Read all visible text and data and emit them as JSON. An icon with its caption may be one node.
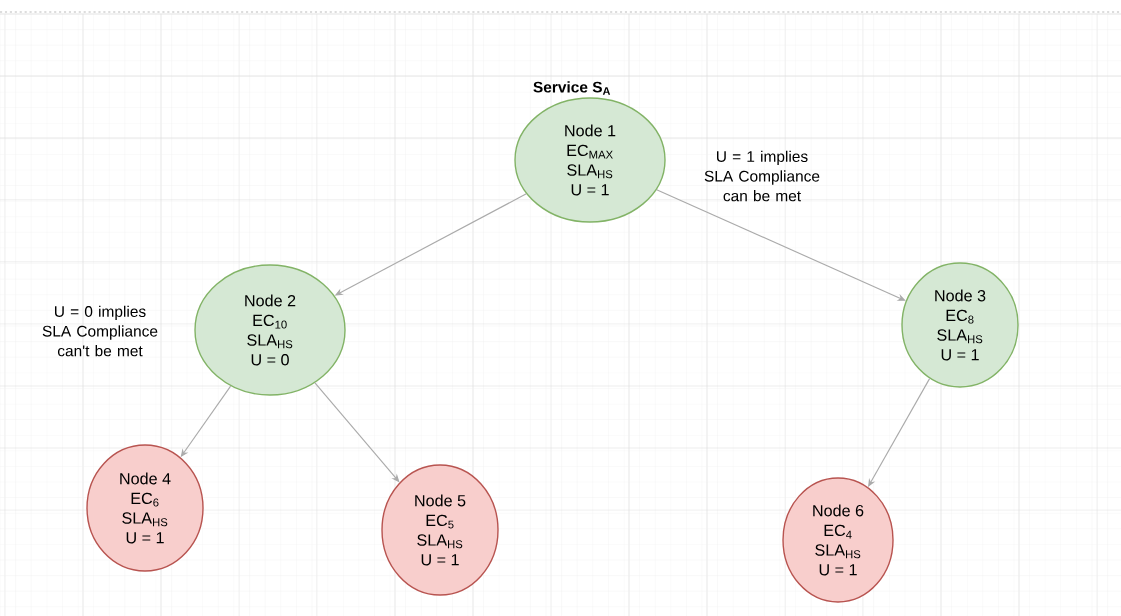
{
  "diagram": {
    "title": "Service S$_{A}$",
    "nodes": [
      {
        "text": [
          "Node 1",
          "EC$_{MAX}$",
          "SLA$_{HS}$",
          "U = 1"
        ]
      },
      {
        "text": [
          "Node 2",
          "EC$_{10}$",
          "SLA$_{HS}$",
          "U = 0"
        ]
      },
      {
        "text": [
          "Node 3",
          "EC$_{8}$",
          "SLA$_{HS}$",
          "U = 1"
        ]
      },
      {
        "text": [
          "Node 4",
          "EC$_{6}$",
          "SLA$_{HS}$",
          "U = 1"
        ]
      },
      {
        "text": [
          "Node 5",
          "EC$_{5}$",
          "SLA$_{HS}$",
          "U = 1"
        ]
      },
      {
        "text": [
          "Node 6",
          "EC$_{4}$",
          "SLA$_{HS}$",
          "U = 1"
        ]
      }
    ],
    "edges": [
      {
        "from": 0,
        "to": 1,
        "arrow": "to"
      },
      {
        "from": 0,
        "to": 2,
        "arrow": "to"
      },
      {
        "from": 1,
        "to": 3,
        "arrow": "to"
      },
      {
        "from": 1,
        "to": 4,
        "arrow": "to"
      },
      {
        "from": 2,
        "to": 5,
        "arrow": "to"
      }
    ],
    "labels": [
      "U = 1 implies SLA Compliance can be met",
      "U = 0 implies SLA Compliance can't be met"
    ]
  }
}
